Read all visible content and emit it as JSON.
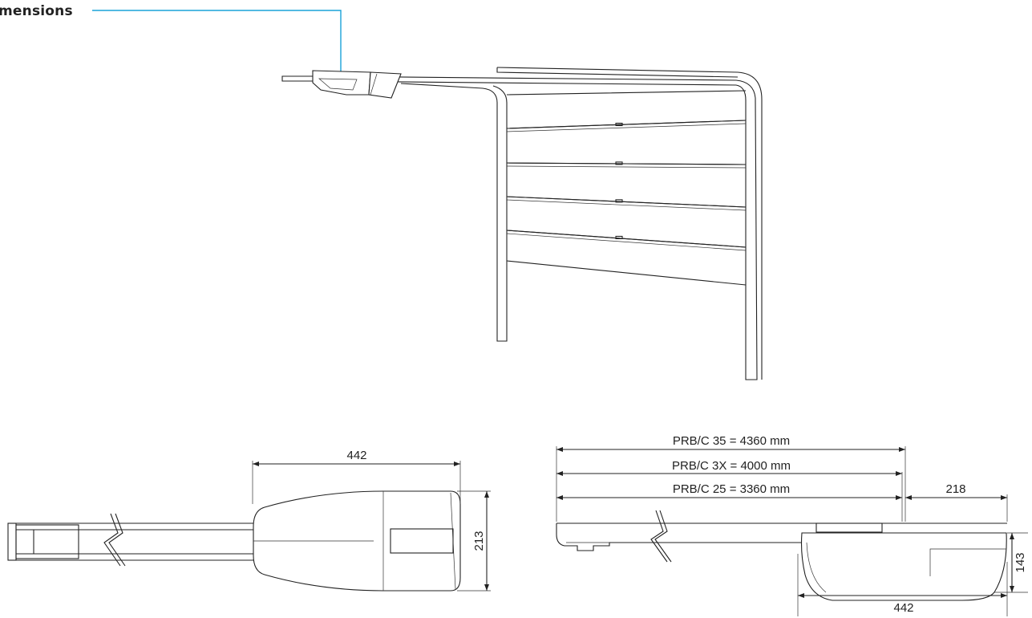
{
  "header": {
    "title": "mensions"
  },
  "accent_color": "#1aa3d9",
  "dimensions": {
    "top_view_length": "442",
    "top_view_width": "213",
    "side_prb35": "PRB/C  35 = 4360 mm",
    "side_prb3x": "PRB/C  3X = 4000 mm",
    "side_prb25": "PRB/C  25 = 3360 mm",
    "side_offset": "218",
    "side_height": "143",
    "side_length": "442"
  }
}
